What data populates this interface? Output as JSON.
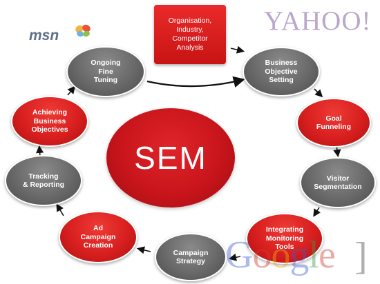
{
  "center_label": "SEM",
  "box": {
    "label": "Organisation,\nIndustry,\nCompetitor\nAnalysis"
  },
  "nodes": [
    {
      "id": "business-objective-setting",
      "label": "Business\nObjective\nSetting",
      "color": "grey"
    },
    {
      "id": "goal-funneling",
      "label": "Goal\nFunneling",
      "color": "red"
    },
    {
      "id": "visitor-segmentation",
      "label": "Visitor\nSegmentation",
      "color": "grey"
    },
    {
      "id": "integrating-monitoring-tools",
      "label": "Integrating\nMonitoring\nTools",
      "color": "red"
    },
    {
      "id": "campaign-strategy",
      "label": "Campaign\nStrategy",
      "color": "grey"
    },
    {
      "id": "ad-campaign-creation",
      "label": "Ad\nCampaign\nCreation",
      "color": "red"
    },
    {
      "id": "tracking-reporting",
      "label": "Tracking\n& Reporting",
      "color": "grey"
    },
    {
      "id": "achieving-business-objectives",
      "label": "Achieving\nBusiness\nObjectives",
      "color": "red"
    },
    {
      "id": "ongoing-fine-tuning",
      "label": "Ongoing\nFine\nTuning",
      "color": "grey"
    }
  ],
  "logos": {
    "yahoo": "YAHOO!",
    "msn": "msn",
    "google": [
      "G",
      "o",
      "o",
      "g",
      "l",
      "e"
    ],
    "google_colors": [
      "#3b5bd6",
      "#d03a2a",
      "#e3b21c",
      "#3b5bd6",
      "#3f9b3f",
      "#d03a2a"
    ]
  },
  "colors": {
    "red": "#d81f1f",
    "grey": "#6c6c6c",
    "arrow": "#111111"
  }
}
